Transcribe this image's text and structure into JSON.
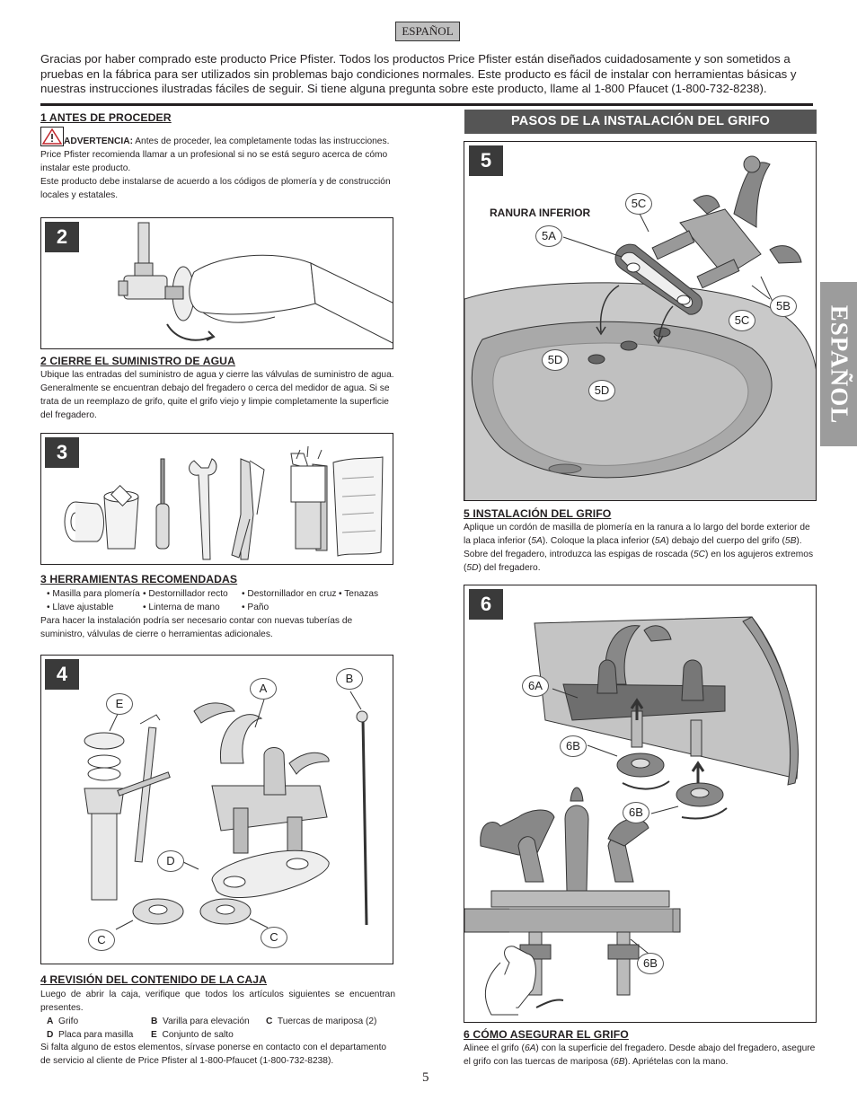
{
  "lang_tag": "ESPAÑOL",
  "intro": "Gracias por haber comprado este producto Price Pfister. Todos los productos Price Pfister están diseñados cuidadosamente y son sometidos a pruebas en la fábrica para ser utilizados sin problemas bajo condiciones normales. Este producto es fácil de instalar con herramientas básicas y nuestras instrucciones ilustradas fáciles de seguir. Si tiene alguna pregunta sobre este producto, llame al 1-800 Pfaucet (1-800-732-8238).",
  "s1": {
    "heading": "1   ANTES DE PROCEDER",
    "warning_label": "ADVERTENCIA:",
    "warning_text": " Antes de proceder, lea completamente todas las instrucciones.",
    "p1": "Price Pfister recomienda llamar a un profesional si no se está seguro acerca de cómo instalar este producto.",
    "p2": "Este producto debe instalarse de acuerdo a los códigos de plomería y de construcción locales y estatales."
  },
  "fig2": {
    "num": "2"
  },
  "s2": {
    "heading": "2   CIERRE EL SUMINISTRO DE AGUA",
    "text": "Ubique las entradas del suministro de agua y cierre las válvulas de suministro de agua. Generalmente se encuentran debajo del fregadero o cerca del medidor de agua. Si se trata de un reemplazo de grifo, quite el grifo viejo y limpie completamente la superficie del fregadero."
  },
  "fig3": {
    "num": "3"
  },
  "s3": {
    "heading": "3   HERRAMIENTAS RECOMENDADAS",
    "row1": [
      "• Masilla para plomería",
      "• Destornillador recto",
      "• Destornillador en cruz",
      "• Tenazas"
    ],
    "row2": [
      "• Llave ajustable",
      "• Linterna de mano",
      "• Paño"
    ],
    "text": "Para hacer la instalación podría ser necesario contar con nuevas tuberías de suministro, válvulas de cierre o herramientas adicionales."
  },
  "fig4": {
    "num": "4",
    "labels": {
      "A": "A",
      "B": "B",
      "C1": "C",
      "C2": "C",
      "D": "D",
      "E": "E"
    }
  },
  "s4": {
    "heading": "4  REVISIÓN DEL CONTENIDO DE LA CAJA",
    "text": "Luego de abrir la caja, verifique que todos los artículos siguientes se encuentran presentes.",
    "legend": [
      {
        "k": "A",
        "v": "Grifo"
      },
      {
        "k": "B",
        "v": "Varilla para elevación"
      },
      {
        "k": "C",
        "v": "Tuercas de mariposa (2)"
      },
      {
        "k": "D",
        "v": "Placa para masilla"
      },
      {
        "k": "E",
        "v": "Conjunto de salto"
      }
    ],
    "text2": "Si falta alguno de estos elementos, sírvase ponerse en contacto con el departamento de servicio al cliente de Price Pfister al 1-800-Pfaucet (1-800-732-8238)."
  },
  "banner": "PASOS DE LA INSTALACIÓN DEL GRIFO",
  "fig5": {
    "num": "5",
    "ranura": "RANURA INFERIOR",
    "labels": {
      "a": "5A",
      "b": "5B",
      "c1": "5C",
      "c2": "5C",
      "d1": "5D",
      "d2": "5D"
    }
  },
  "s5": {
    "heading": "5  INSTALACIÓN DEL GRIFO",
    "t1": "Aplique un cordón de masilla de plomería en la ranura a lo largo del borde exterior de la placa inferior (",
    "r1": "5A",
    "t2": "). Coloque la placa inferior (",
    "r2": "5A",
    "t3": ") debajo del cuerpo del grifo (",
    "r3": "5B",
    "t4": "). Sobre del fregadero, introduzca las espigas de roscada (",
    "r4": "5C",
    "t5": ") en los agujeros extremos (",
    "r5": "5D",
    "t6": ") del fregadero."
  },
  "fig6": {
    "num": "6",
    "labels": {
      "a": "6A",
      "b1": "6B",
      "b2": "6B",
      "b3": "6B"
    }
  },
  "s6": {
    "heading": "6  CÓMO ASEGURAR EL GRIFO",
    "t1": "Alinee el grifo (",
    "r1": "6A",
    "t2": ") con la superficie del fregadero. Desde abajo del fregadero, asegure el grifo con las tuercas de mariposa (",
    "r2": "6B",
    "t3": "). Apriételas con la mano."
  },
  "side_tab": "ESPAÑOL",
  "page_number": "5"
}
